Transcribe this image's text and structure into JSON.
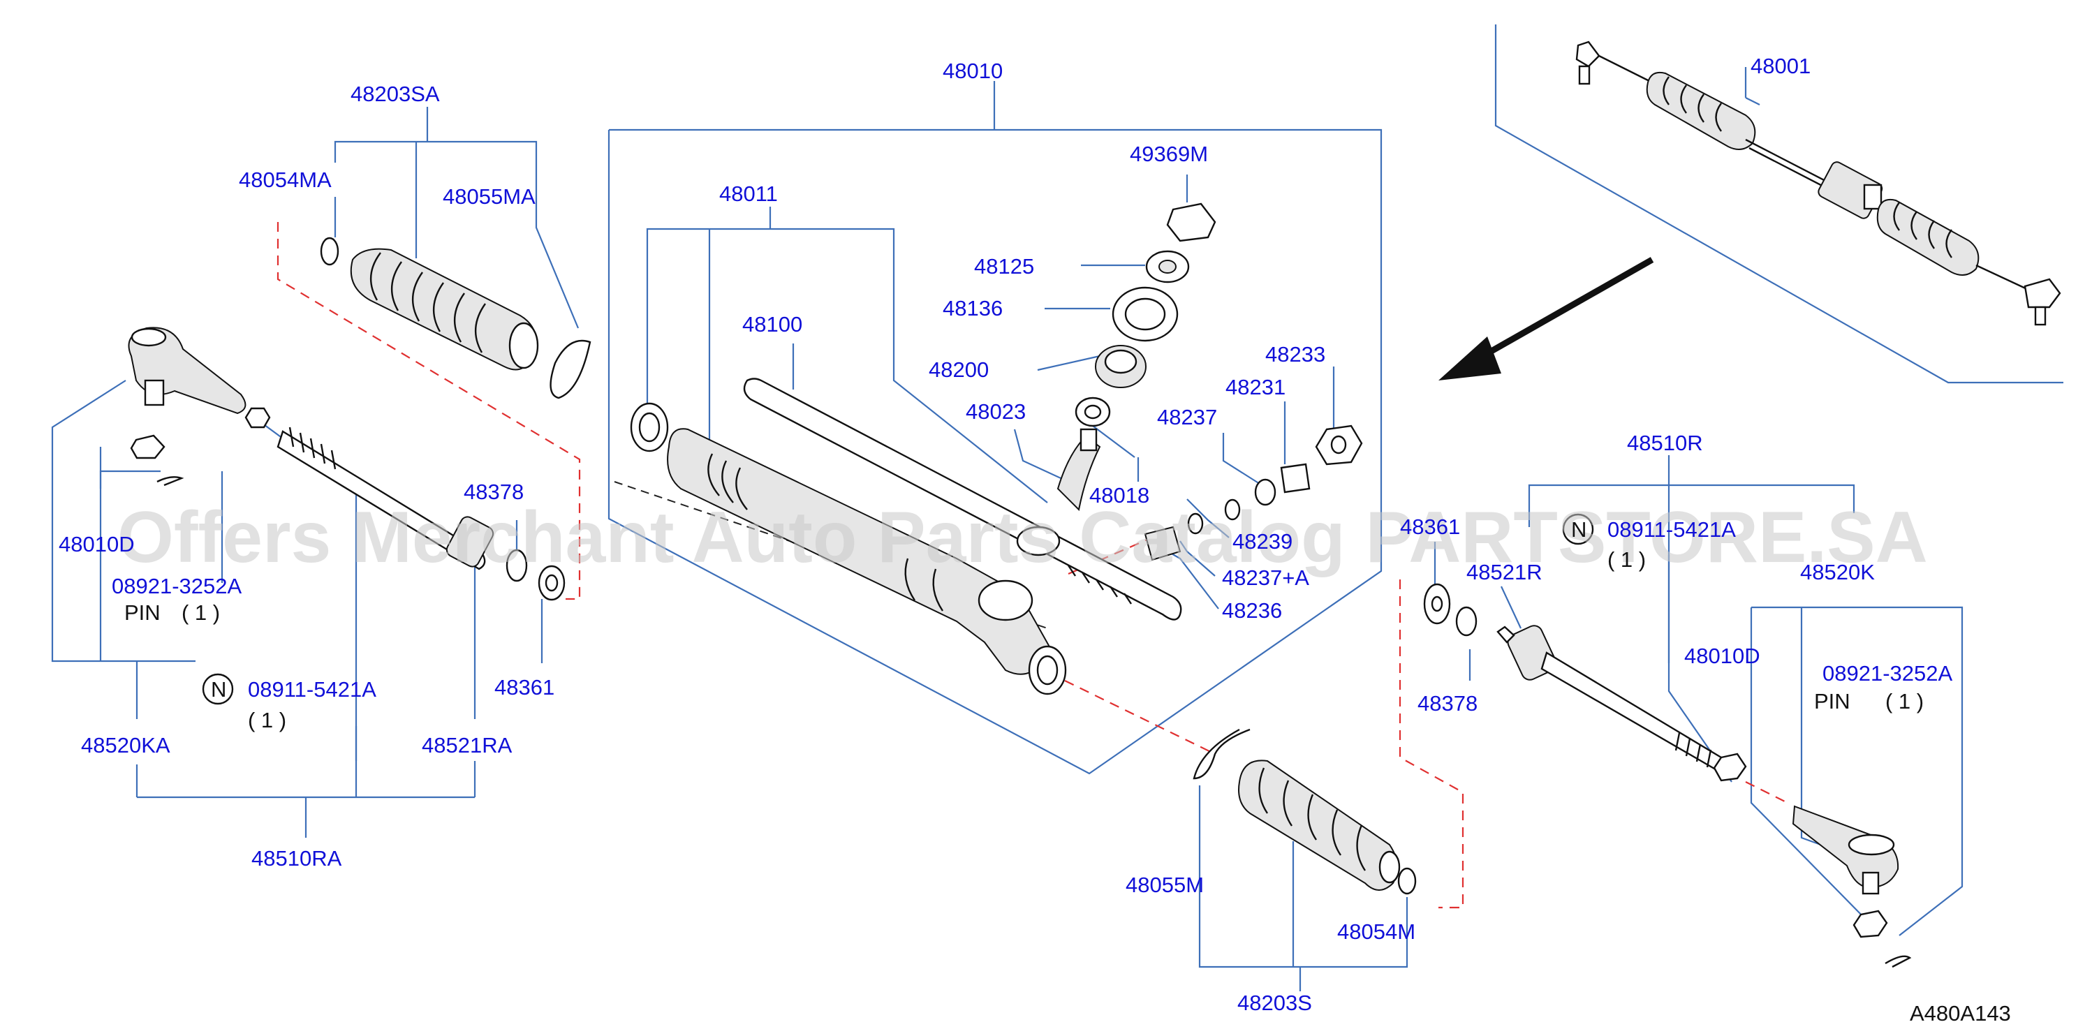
{
  "labels": {
    "p48010": "48010",
    "p48203SA": "48203SA",
    "p48054MA": "48054MA",
    "p48055MA": "48055MA",
    "p48011": "48011",
    "p49369M": "49369M",
    "p48125": "48125",
    "p48136": "48136",
    "p48100": "48100",
    "p48200": "48200",
    "p48233": "48233",
    "p48231": "48231",
    "p48023": "48023",
    "p48237": "48237",
    "p48018": "48018",
    "p48239": "48239",
    "p48237A": "48237+A",
    "p48236": "48236",
    "p48378L": "48378",
    "p48361L": "48361",
    "p48010DL": "48010D",
    "p08921L": "08921-3252A",
    "pinL": "PIN",
    "pinQtyL": "( 1 )",
    "p08911L": "08911-5421A",
    "qtyNL": "( 1 )",
    "p48520KA": "48520KA",
    "p48521RA": "48521RA",
    "p48510RA": "48510RA",
    "p48001": "48001",
    "p48510R": "48510R",
    "p48361R": "48361",
    "p08911R": "08911-5421A",
    "qtyNR": "( 1 )",
    "p48521R": "48521R",
    "p48520K": "48520K",
    "p48378R": "48378",
    "p48010DR": "48010D",
    "p08921R": "08921-3252A",
    "pinR": "PIN",
    "pinQtyR": "( 1 )",
    "p48055M": "48055M",
    "p48054M": "48054M",
    "p48203S": "48203S",
    "noteN": "N",
    "diagramCode": "A480A143"
  },
  "watermark": "Offers Merchant Auto Parts Catalog PARTSTORE.SA",
  "colors": {
    "label": "#1010d8",
    "leader": "#3d6fb8",
    "dashed": "#e03030",
    "part": "#111111"
  }
}
